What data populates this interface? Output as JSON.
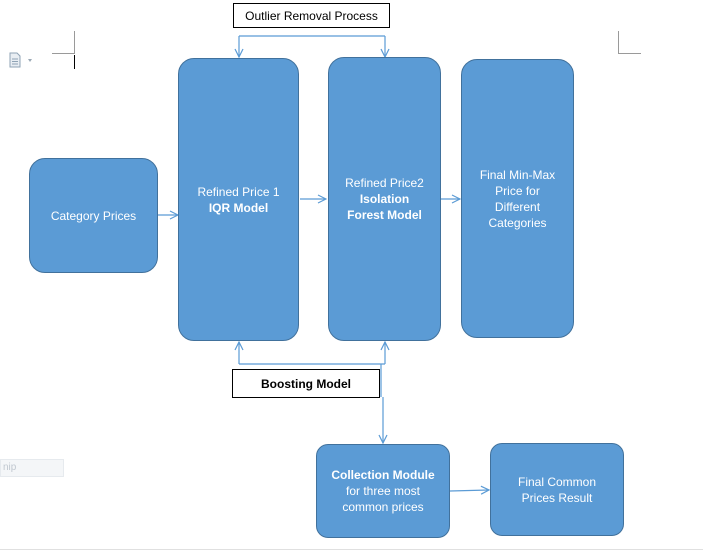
{
  "nodes": {
    "category_prices": [
      "Category Prices"
    ],
    "refined_price_1": [
      "Refined Price 1",
      "IQR Model"
    ],
    "refined_price_2": [
      "Refined Price2",
      "Isolation",
      "Forest Model"
    ],
    "final_min_max": [
      "Final Min-Max",
      "Price for",
      "Different",
      "Categories"
    ],
    "collection_module": [
      "Collection Module",
      "for three most",
      "common prices"
    ],
    "final_common": [
      "Final Common",
      "Prices Result"
    ]
  },
  "labels": {
    "outlier_removal": "Outlier Removal Process",
    "boosting_model": "Boosting Model"
  },
  "ghost_text": "nip",
  "colors": {
    "box_fill": "#5b9bd5",
    "box_border": "#41719c",
    "connector": "#5b9bd5"
  },
  "icons": [
    "document-icon",
    "dropdown-arrow-icon"
  ]
}
